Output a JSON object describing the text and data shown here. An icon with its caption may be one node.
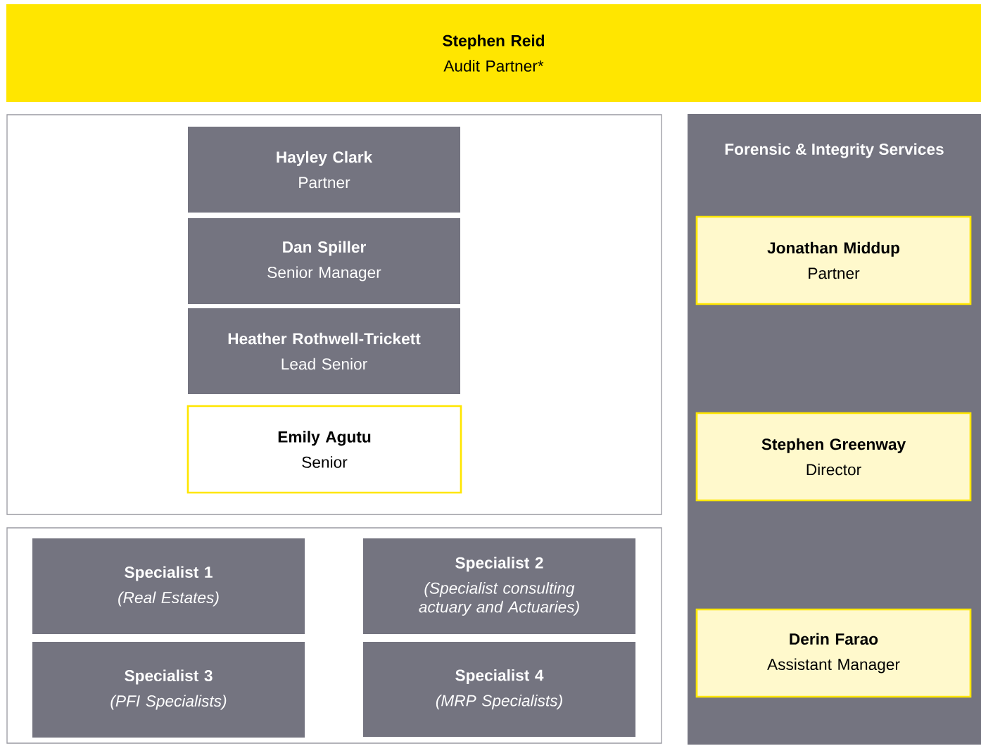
{
  "diagram": {
    "nodes": [
      {
        "text": [
          "Stephen Reid",
          "Audit Partner*"
        ]
      },
      {
        "text": [],
        "shape": "box"
      },
      {
        "text": [
          "Hayley Clark",
          "Partner"
        ],
        "in": 1
      },
      {
        "text": [
          "Dan Spiller",
          "Senior Manager"
        ],
        "in": 1
      },
      {
        "text": [
          "Heather Rothwell-Trickett",
          "Lead Senior"
        ],
        "in": 1
      },
      {
        "text": [
          "Emily Agutu",
          "Senior"
        ],
        "in": 1
      },
      {
        "text": [],
        "shape": "box"
      },
      {
        "text": [
          "Specialist 1",
          "(Real Estates)"
        ],
        "in": 6
      },
      {
        "text": [
          "Specialist 2",
          "(Specialist consulting actuary and Actuaries)"
        ],
        "in": 6
      },
      {
        "text": [
          "Specialist 3",
          "(PFI Specialists)"
        ],
        "in": 6
      },
      {
        "text": [
          "Specialist 4",
          "(MRP Specialists)"
        ],
        "in": 6
      },
      {
        "text": [
          "Forensic & Integrity Services"
        ]
      },
      {
        "text": [
          "Jonathan Middup",
          "Partner"
        ],
        "in": 11
      },
      {
        "text": [
          "Stephen Greenway",
          "Director"
        ],
        "in": 11
      },
      {
        "text": [
          "Derin Farao",
          "Assistant Manager"
        ],
        "in": 11
      }
    ]
  }
}
